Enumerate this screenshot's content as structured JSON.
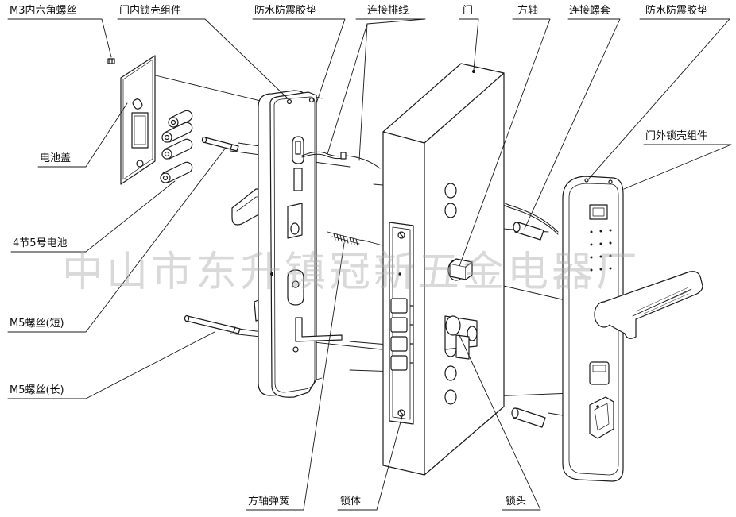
{
  "watermark": "中山市东升镇冠新五金电器厂",
  "labels": {
    "m3_screw": "M3内六角螺丝",
    "inner_housing": "门内锁壳组件",
    "gasket_top_left": "防水防震胶垫",
    "connecting_cable": "连接排线",
    "door": "门",
    "square_shaft": "方轴",
    "connecting_sleeve": "连接螺套",
    "gasket_top_right": "防水防震胶垫",
    "outer_housing": "门外锁壳组件",
    "battery_cover": "电池盖",
    "batteries": "4节5号电池",
    "m5_screw_short": "M5螺丝(短)",
    "m5_screw_long": "M5螺丝(长)",
    "shaft_spring": "方轴弹簧",
    "lock_body": "锁体",
    "lock_cylinder": "锁头"
  },
  "colors": {
    "line": "#1a1a1a",
    "fill": "#ffffff",
    "watermark": "#b4b4b4"
  }
}
